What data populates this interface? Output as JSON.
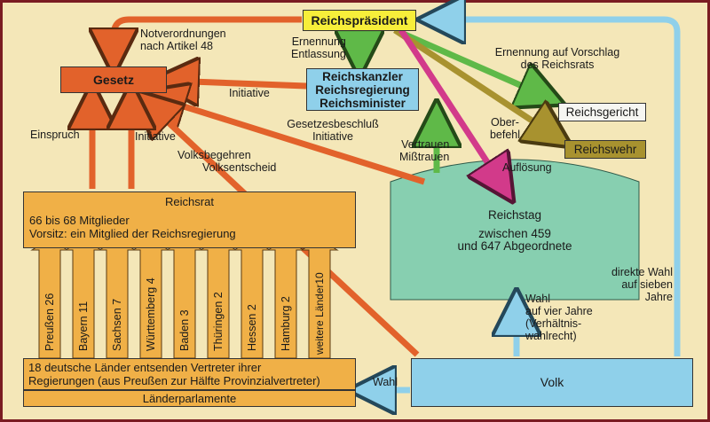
{
  "nodes": {
    "reichspraesident": "Reichspräsident",
    "gesetz": "Gesetz",
    "reichskanzler": [
      "Reichskanzler",
      "Reichsregierung",
      "Reichsminister"
    ],
    "reichsgericht": "Reichsgericht",
    "reichswehr": "Reichswehr",
    "reichsrat": {
      "title": "Reichsrat",
      "line1": "66 bis 68 Mitglieder",
      "line2": "Vorsitz: ein Mitglied der Reichsregierung"
    },
    "reichstag": {
      "title": "Reichstag",
      "line1": "zwischen 459",
      "line2": "und 647 Abgeordnete"
    },
    "volk": "Volk",
    "laender": {
      "line1": "18 deutsche Länder entsenden Vertreter ihrer",
      "line2": "Regierungen (aus Preußen zur Hälfte Provinzialvertreter)"
    },
    "laenderparlamente": "Länderparlamente"
  },
  "states": [
    "Preußen 26",
    "Bayern 11",
    "Sachsen 7",
    "Württemberg 4",
    "Baden 3",
    "Thüringen 2",
    "Hessen 2",
    "Hamburg 2",
    "weitere Länder10"
  ],
  "edge_labels": {
    "notverordnungen": [
      "Notverordnungen",
      "nach Artikel 48"
    ],
    "ernennung": [
      "Ernennung",
      "Entlassung"
    ],
    "ernennung_vorschlag": [
      "Ernennung auf Vorschlag",
      "des Reichsrats"
    ],
    "initiative_reg": "Initiative",
    "gesetzesbeschluss": [
      "Gesetzesbeschluß",
      "Initiative"
    ],
    "oberbefehl": [
      "Ober-",
      "befehl"
    ],
    "einspruch": "Einspruch",
    "initiative_rat": "Initiative",
    "volksbegehren": [
      "Volksbegehren",
      "Volksentscheid"
    ],
    "vertrauen": [
      "Vertrauen",
      "Mißtrauen"
    ],
    "aufloesung": "Auflösung",
    "direkte_wahl": [
      "direkte Wahl",
      "auf sieben",
      "Jahre"
    ],
    "wahl_vier": [
      "Wahl",
      "auf vier Jahre",
      "(Verhältnis-",
      "wahlrecht)"
    ],
    "wahl": "Wahl"
  },
  "colors": {
    "background": "#7a1c22",
    "orange": "#e2622b",
    "yellow": "#f7ee3a",
    "green": "#5fb948",
    "magenta": "#d23a8a",
    "olive": "#a8922f",
    "blue": "#8fd0ea",
    "teal": "#87cfb0",
    "gold": "#f0b047",
    "cream": "#f4e7b8"
  }
}
